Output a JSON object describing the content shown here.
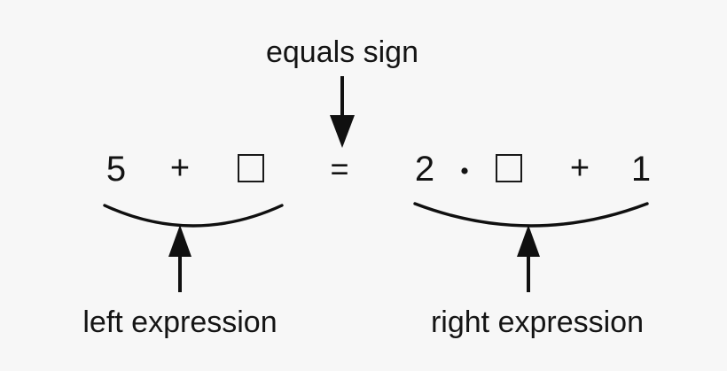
{
  "diagram": {
    "title_annotation": "equals sign",
    "left_label": "left expression",
    "right_label": "right expression",
    "background_color": "#f7f7f7",
    "ink_color": "#131313",
    "equation": {
      "left_side": {
        "terms": [
          "5",
          "+",
          "□"
        ],
        "first_operand": "5",
        "operator": "+",
        "blank": "□"
      },
      "relation": "=",
      "right_side": {
        "terms": [
          "2",
          "·",
          "□",
          "+",
          "1"
        ],
        "coefficient": "2",
        "multiply_operator": "·",
        "blank": "□",
        "add_operator": "+",
        "constant": "1"
      },
      "full_text": "5 + □ = 2 · □ + 1"
    }
  }
}
